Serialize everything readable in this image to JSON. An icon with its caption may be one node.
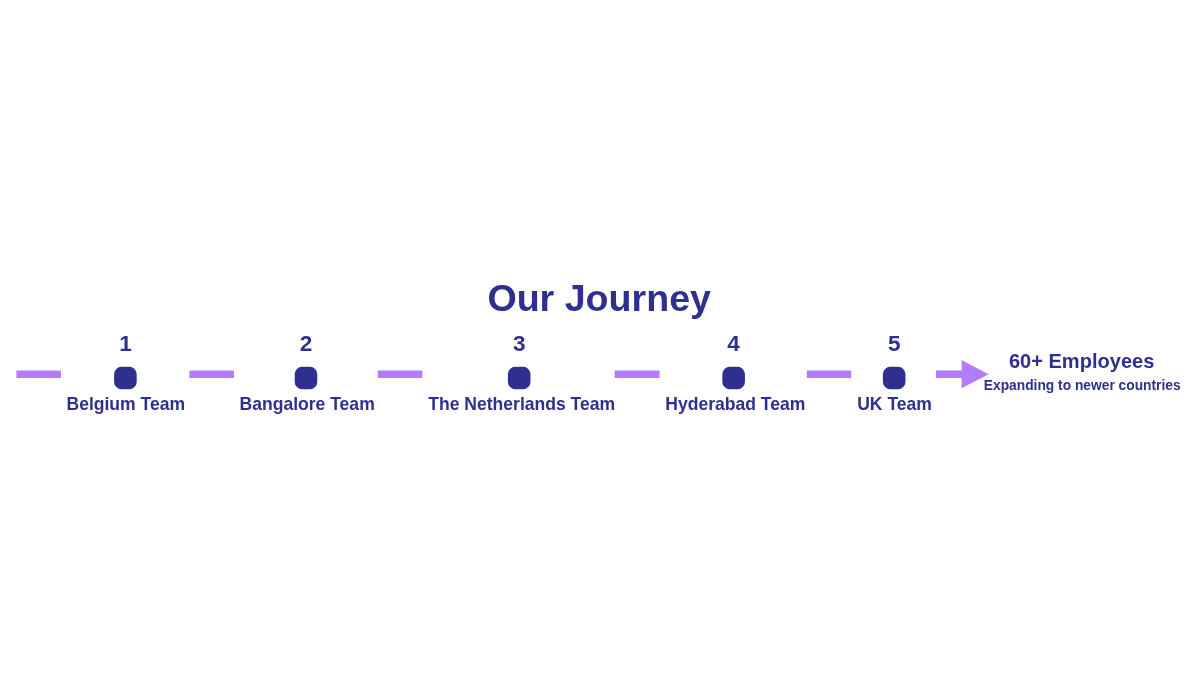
{
  "diagram": {
    "title": "Our Journey",
    "nodes": [
      {
        "text": [
          "1",
          "Belgium Team"
        ]
      },
      {
        "text": [
          "2",
          "Bangalore Team"
        ]
      },
      {
        "text": [
          "3",
          "The Netherlands Team"
        ]
      },
      {
        "text": [
          "4",
          "Hyderabad Team"
        ]
      },
      {
        "text": [
          "5",
          "UK Team"
        ]
      },
      {
        "text": [
          "60+ Employees",
          "Expanding to newer countries"
        ]
      }
    ],
    "edges": [
      {
        "from": null,
        "to": 0,
        "arrow": "none"
      },
      {
        "from": 0,
        "to": 1,
        "arrow": "none"
      },
      {
        "from": 1,
        "to": 2,
        "arrow": "none"
      },
      {
        "from": 2,
        "to": 3,
        "arrow": "none"
      },
      {
        "from": 3,
        "to": 4,
        "arrow": "none"
      },
      {
        "from": 4,
        "to": 5,
        "arrow": "to"
      }
    ]
  }
}
